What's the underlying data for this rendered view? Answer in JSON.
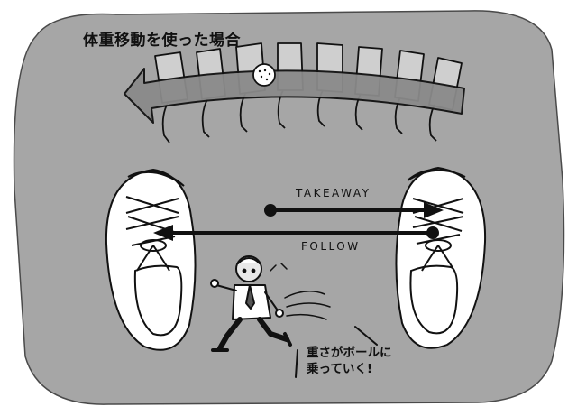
{
  "illustration": {
    "title": "体重移動を使った場合",
    "arrow_takeaway_label": "TAKEAWAY",
    "arrow_follow_label": "FOLLOW",
    "caption_line1": "重さがボールに",
    "caption_line2": "乗っていく!"
  },
  "colors": {
    "background_tint": "#a6a6a6",
    "paper": "#ffffff",
    "ink": "#111111",
    "arrow_band": "#8a8a8a"
  },
  "icons": [
    "golf-ball-icon",
    "left-shoe-icon",
    "right-shoe-icon",
    "running-man-icon",
    "motion-lines-icon"
  ]
}
